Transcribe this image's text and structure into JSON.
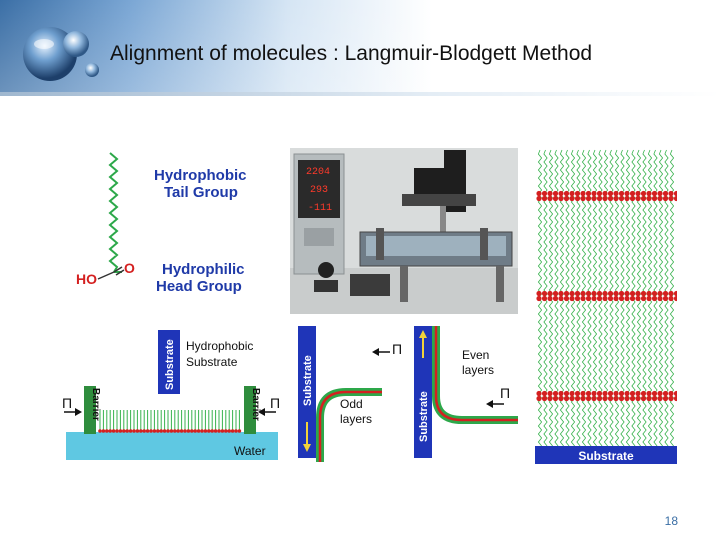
{
  "slide": {
    "title": "Alignment of molecules : Langmuir-Blodgett Method",
    "number": "18"
  },
  "molecule": {
    "tail_label_line1": "Hydrophobic",
    "tail_label_line2": "Tail Group",
    "head_label_line1": "Hydrophilic",
    "head_label_line2": "Head Group",
    "formula_ho": "HO",
    "formula_o": "O"
  },
  "instrument_display": [
    "2204",
    "293",
    "-111"
  ],
  "trough": {
    "substrate_label": "Substrate",
    "substrate_desc_line1": "Hydrophobic",
    "substrate_desc_line2": "Substrate",
    "barrier_label": "Barrier",
    "pi_symbol": "Π",
    "water_label": "Water"
  },
  "deposition": {
    "substrate_label": "Substrate",
    "odd_line1": "Odd",
    "odd_line2": "layers",
    "even_line1": "Even",
    "even_line2": "layers",
    "pi_symbol": "Π"
  },
  "multilayer": {
    "substrate_label": "Substrate"
  }
}
